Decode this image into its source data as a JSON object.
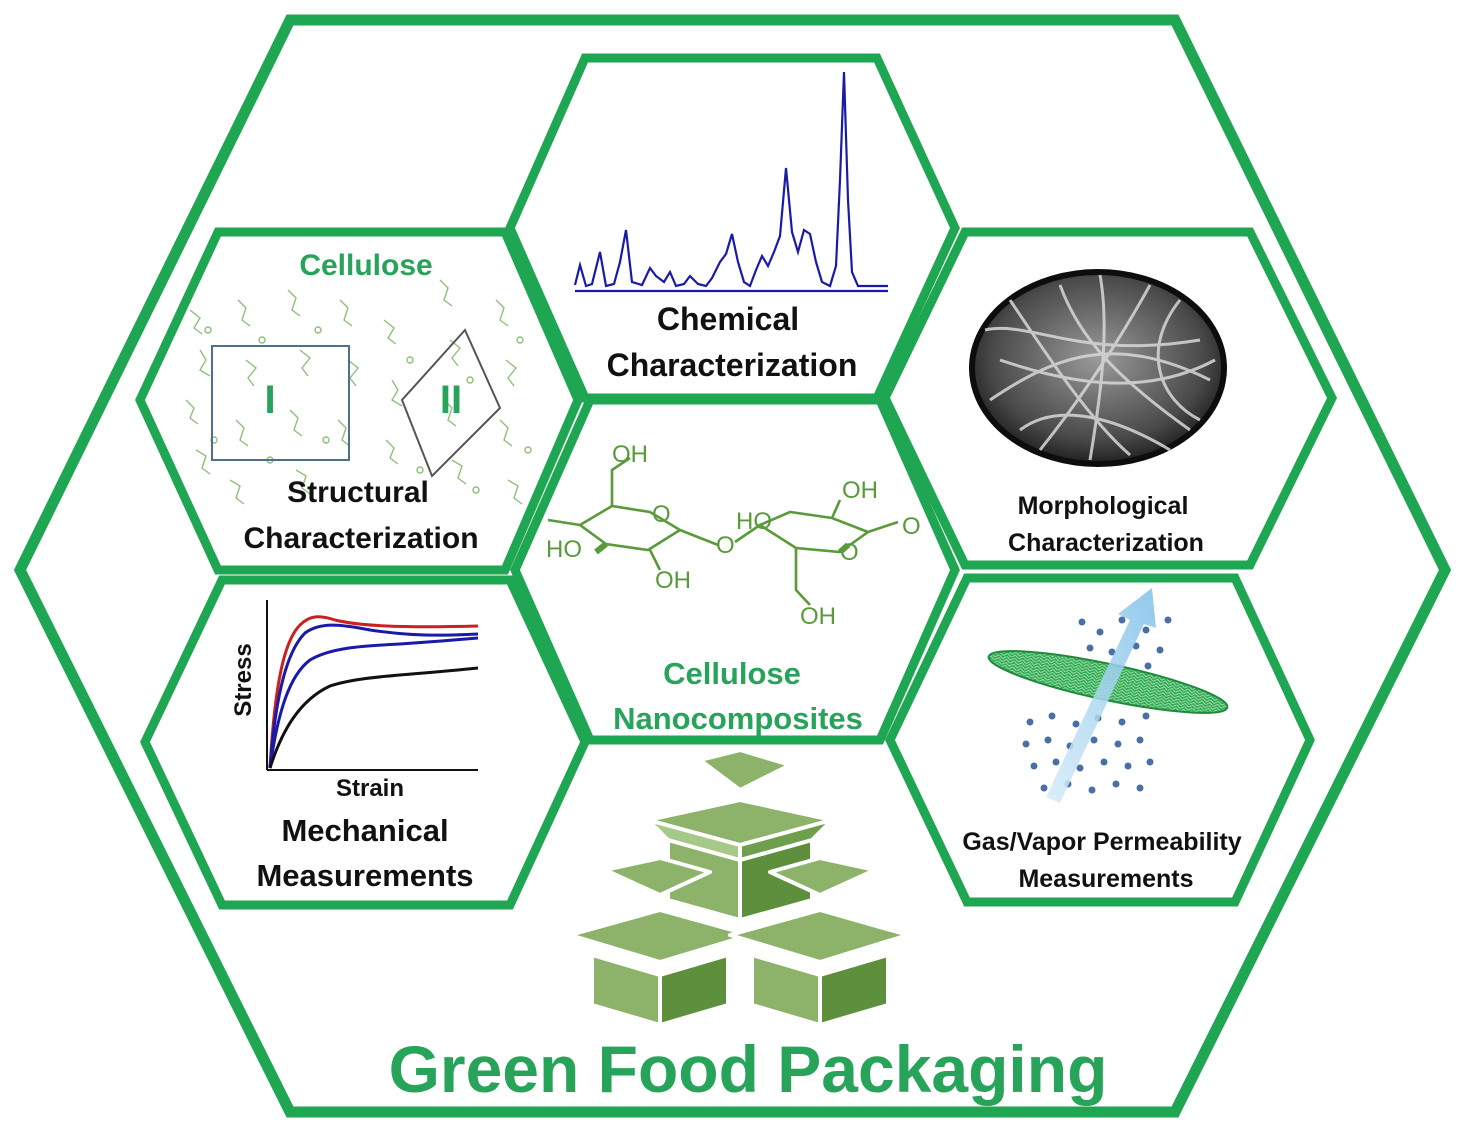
{
  "title": "Green Food Packaging",
  "panels": {
    "structural": {
      "heading": "Cellulose",
      "line1": "Structural",
      "line2": "Characterization",
      "form_i": "I",
      "form_ii": "II"
    },
    "chemical": {
      "line1": "Chemical",
      "line2": "Characterization"
    },
    "morphological": {
      "line1": "Morphological",
      "line2": "Characterization"
    },
    "mechanical": {
      "line1": "Mechanical",
      "line2": "Measurements",
      "xlabel": "Strain",
      "ylabel": "Stress"
    },
    "nanocomposites": {
      "line1": "Cellulose",
      "line2": "Nanocomposites"
    },
    "permeability": {
      "line1": "Gas/Vapor Permeability",
      "line2": "Measurements"
    }
  },
  "molecule_labels": {
    "oh_top": "OH",
    "oh_right_top": "OH",
    "o_ring_left": "O",
    "o_ring_right": "O",
    "ho_left": "HO",
    "ho_mid": "HO",
    "oh_bottom": "OH",
    "oh_bottom_right": "OH",
    "o_bridge": "O",
    "o_end": "O"
  },
  "colors": {
    "hex_border": "#1fa652",
    "spectrum": "#1a1aa8",
    "curve_red": "#cc1f1f",
    "curve_blue": "#1a1aa8",
    "curve_black": "#111111",
    "box_light": "#8db36b",
    "box_dark": "#5e8f3c",
    "membrane": "#2fa84f",
    "arrow": "#9fd0ee",
    "dots": "#4a6fa5"
  },
  "icons": [
    "cellulose-lattice-icon",
    "ir-spectrum-icon",
    "sem-fibers-icon",
    "stress-strain-icon",
    "cellobiose-molecule-icon",
    "membrane-permeation-icon",
    "boxes-icon"
  ]
}
